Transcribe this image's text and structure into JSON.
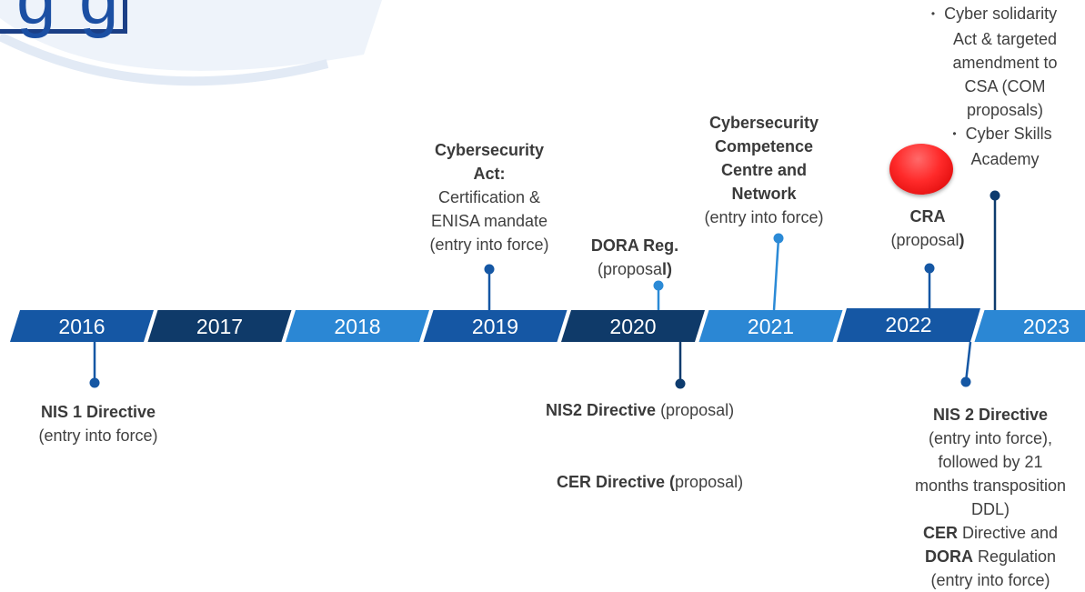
{
  "title": {
    "fragment": "g g"
  },
  "colors": {
    "dark_navy": "#0f3a69",
    "mid_blue": "#1557a4",
    "light_blue": "#2b87d4",
    "connector": "#0d3b6e",
    "pin_light": "#2b8ad6",
    "red_marker": "#ff2a2a"
  },
  "timeline": {
    "years": [
      "2016",
      "2017",
      "2018",
      "2019",
      "2020",
      "2021",
      "2022",
      "2023"
    ]
  },
  "events": {
    "nis1": {
      "bold": "NIS 1 Directive",
      "text": "(entry into force)"
    },
    "csa": {
      "bold1": "Cybersecurity",
      "bold2": "Act:",
      "line1": "Certification &",
      "line2": "ENISA mandate",
      "line3": "(entry into force)"
    },
    "dora": {
      "bold": "DORA Reg.",
      "text": "(proposa",
      "close": "l)"
    },
    "nis2_prop": {
      "bold": "NIS2 Directive",
      "text": " (proposal)"
    },
    "cer_prop": {
      "bold": "CER Directive (",
      "text": "proposal)"
    },
    "ccc": {
      "bold1": "Cybersecurity",
      "bold2": "Competence",
      "bold3": "Centre and",
      "bold4": "Network",
      "text": "(entry into force)"
    },
    "cra": {
      "bold": "CRA",
      "text": "(proposal",
      "close": ")"
    },
    "solidarity": {
      "b1": "•",
      "l1": "Cyber solidarity",
      "l2": "Act & targeted",
      "l3": "amendment to",
      "l4": "CSA (COM",
      "l5": "proposals)",
      "b2": "•",
      "l6": "Cyber Skills",
      "l7": "Academy"
    },
    "nis2_force": {
      "bold": "NIS 2 Directive",
      "l1": "(entry into force),",
      "l2": "followed by 21",
      "l3": "months transposition",
      "l4": "DDL)",
      "cer_bold": "CER",
      "cer_text": " Directive and",
      "dora_bold": "DORA",
      "dora_text": " Regulation",
      "l5": "(entry into force)"
    }
  }
}
